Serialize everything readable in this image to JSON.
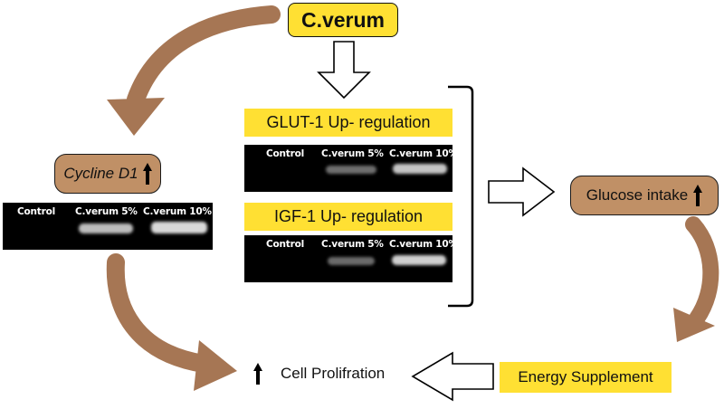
{
  "top": {
    "label": "C.verum"
  },
  "glut": {
    "title": "GLUT-1 Up- regulation",
    "lanes": [
      "Control",
      "C.verum 5%",
      "C.verum 10%"
    ]
  },
  "igf": {
    "title": "IGF-1 Up- regulation",
    "lanes": [
      "Control",
      "C.verum 5%",
      "C.verum 10%"
    ]
  },
  "cycline": {
    "label": "Cycline D1",
    "lanes": [
      "Control",
      "C.verum 5%",
      "C.verum 10%"
    ]
  },
  "glucose": {
    "label": "Glucose intake"
  },
  "energy": {
    "label": "Energy Supplement"
  },
  "cell": {
    "label": "Cell Prolifration"
  },
  "colors": {
    "yellow": "#ffe033",
    "brown_box": "#c09066",
    "curved_arrow": "#a67654",
    "gel_background": "#000000"
  }
}
